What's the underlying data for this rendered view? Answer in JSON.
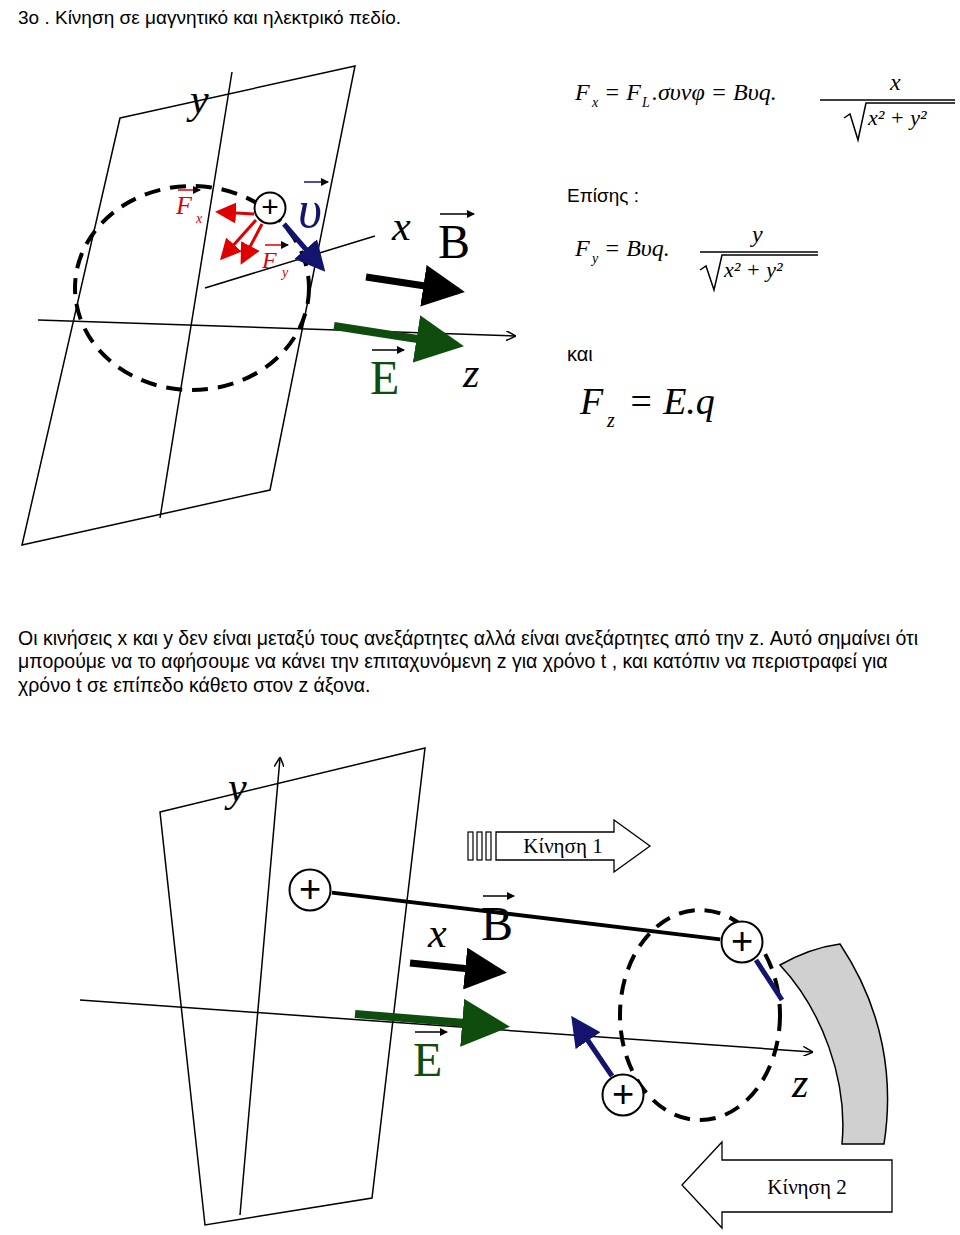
{
  "diagram": {
    "title": "3ο . Κίνηση σε μαγνητικό και ηλεκτρικό πεδίο.",
    "nodes": [
      {
        "text": [
          "+"
        ]
      },
      {
        "text": [
          "+"
        ]
      },
      {
        "text": [
          "+"
        ]
      },
      {
        "text": [
          "+"
        ]
      },
      {
        "text": [
          "Κίνηση 1"
        ]
      },
      {
        "text": [
          "Κίνηση 2"
        ]
      }
    ],
    "edges": [
      {
        "from": 1,
        "to": 2,
        "arrow": "none"
      }
    ],
    "labels": [
      "F",
      "x",
      "= F",
      "L",
      ".συνφ = Bυq.",
      "x",
      "x² + y²",
      "Επίσης :",
      "F",
      "y",
      "= Bυq.",
      "y",
      "x² + y²",
      "και",
      "F",
      "z",
      "= E.q",
      "Οι κινήσεις x και y δεν είναι μεταξύ τους ανεξάρτητες αλλά είναι ανεξάρτητες από την z. Αυτό σημαίνει ότι μπορούμε να το αφήσουμε να κάνει την επιταχυνόμενη z για χρόνο t , και κατόπιν να περιστραφεί για χρόνο t σε επίπεδο κάθετο στον z άξονα.",
      "y",
      "F",
      "x",
      "F",
      "y",
      "υ",
      "x",
      "B",
      "E",
      "z",
      "y",
      "x",
      "B",
      "E",
      "z"
    ]
  }
}
